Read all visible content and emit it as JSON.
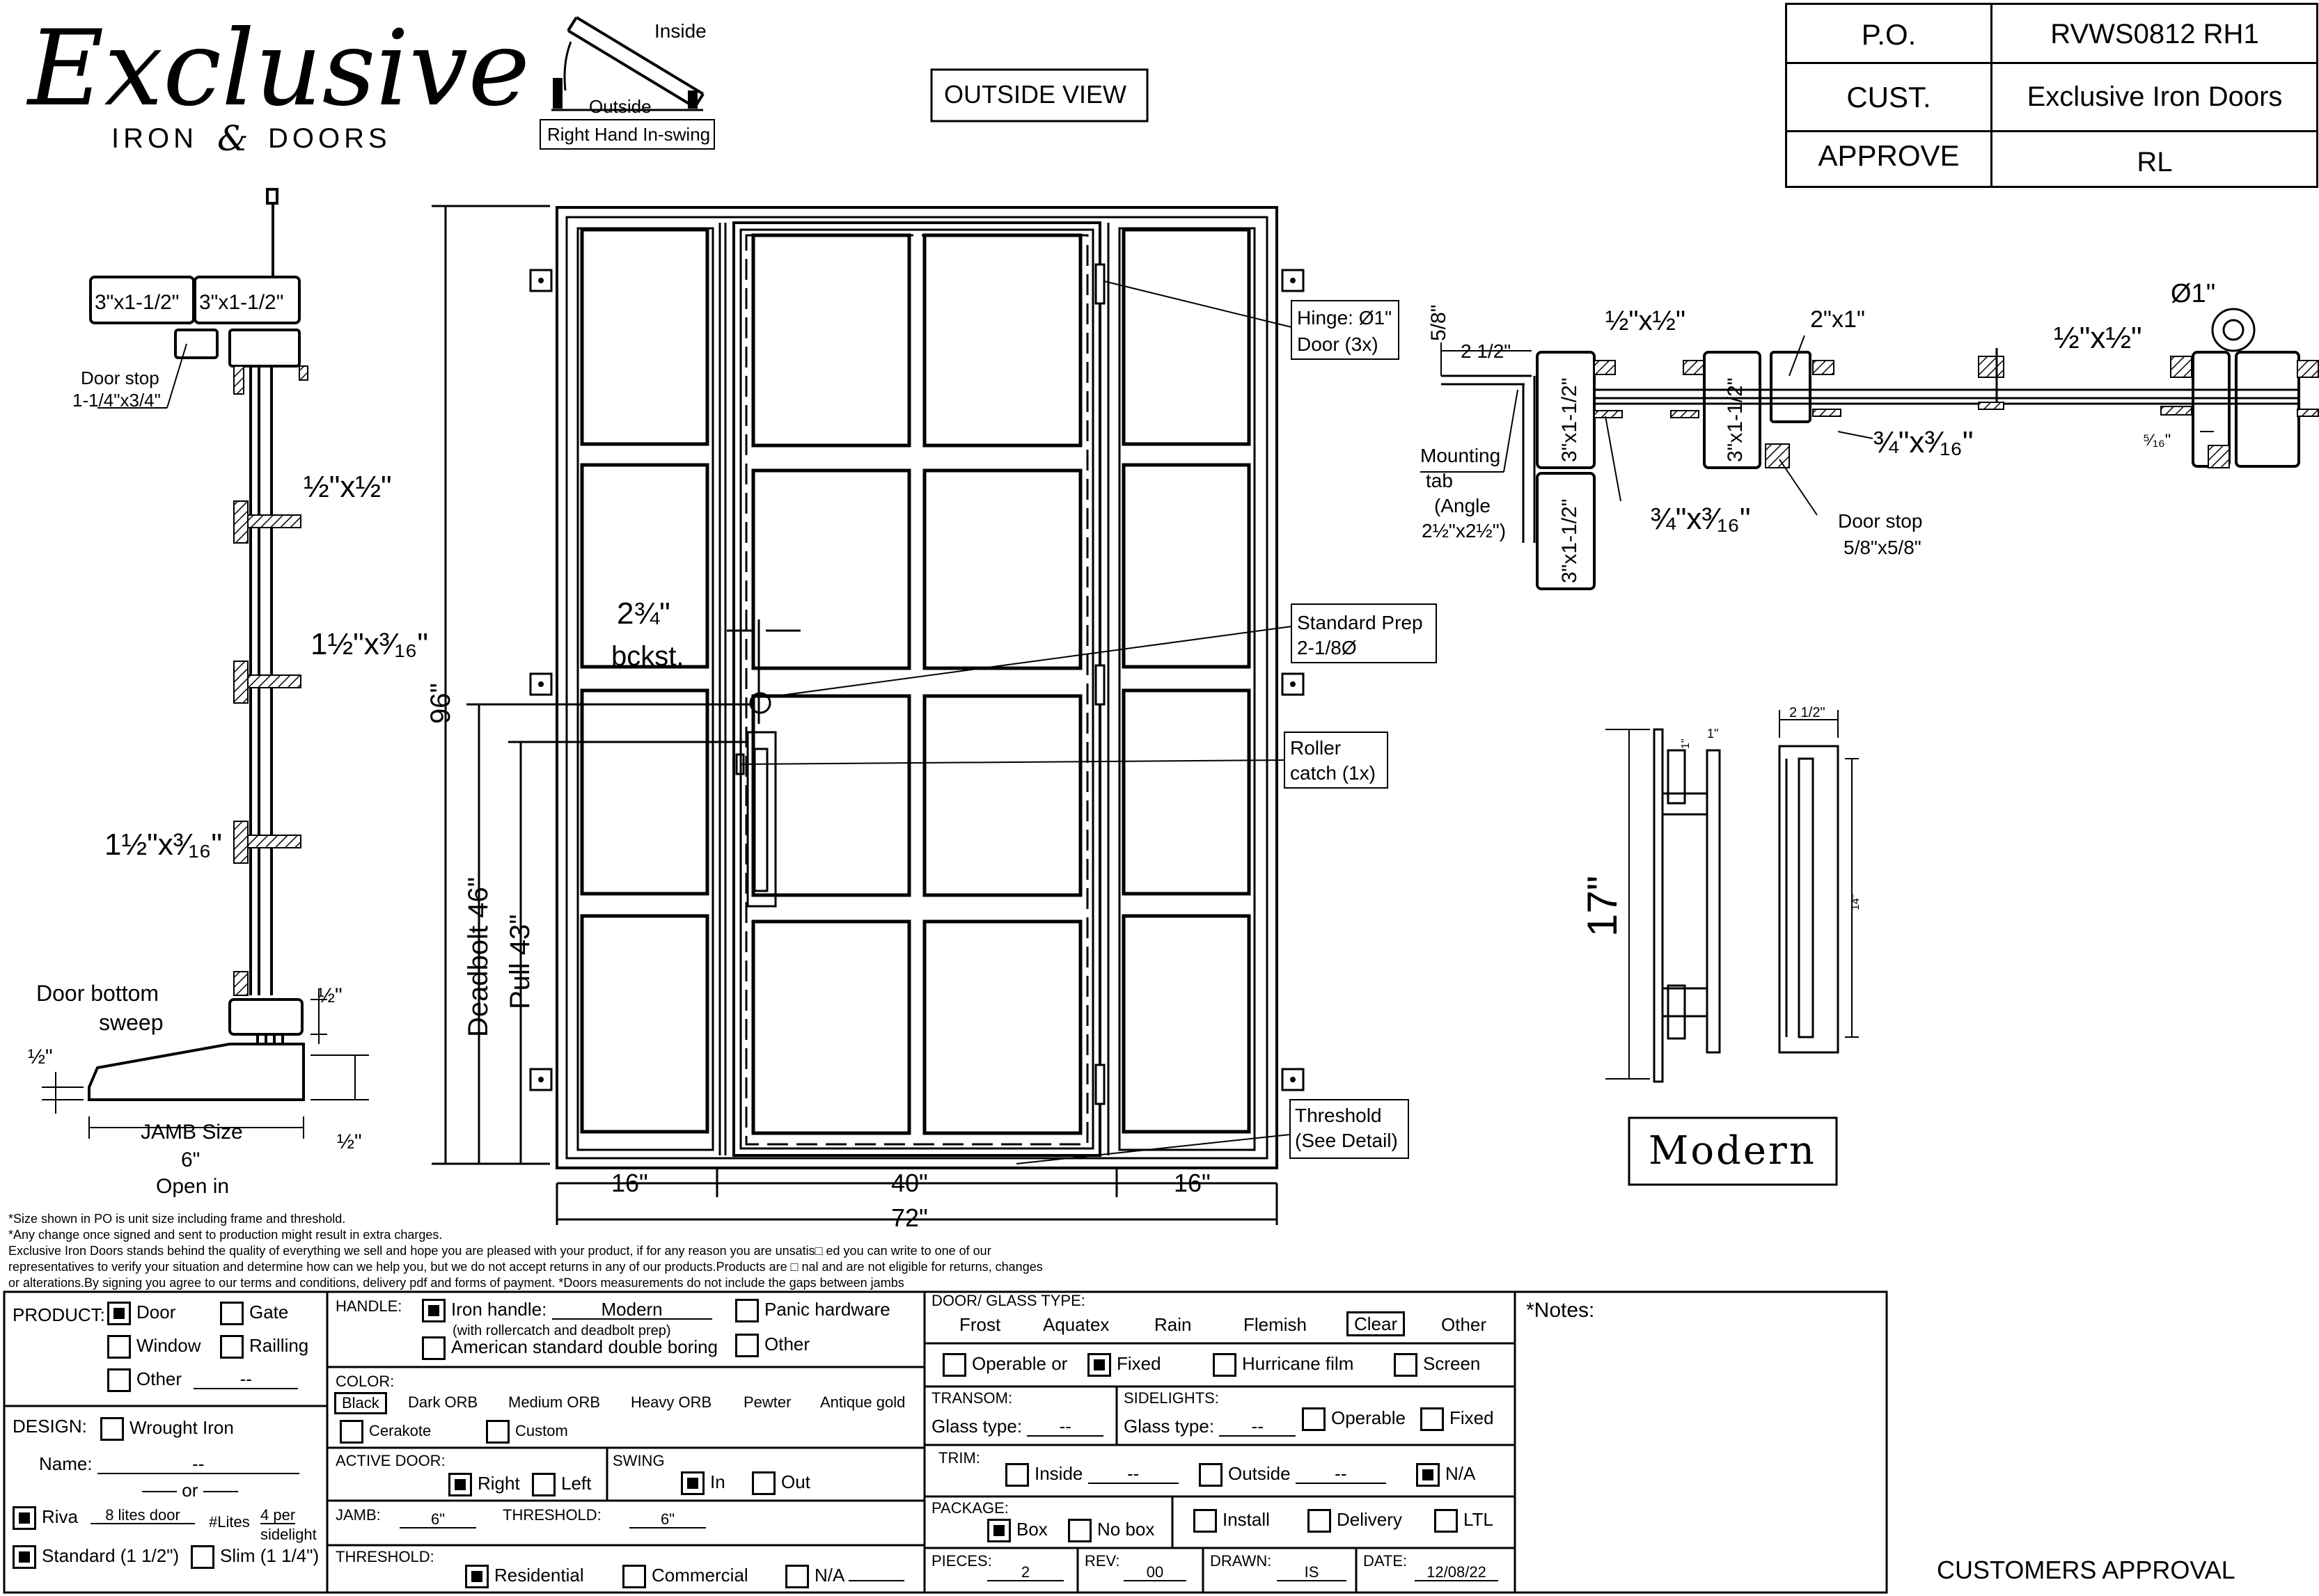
{
  "logo": {
    "script": "Exclusive",
    "line": "IRON",
    "amp": "&",
    "line2": "DOORS"
  },
  "swing_diagram": {
    "inside": "Inside",
    "outside": "Outside",
    "label": "Right Hand In-swing"
  },
  "view_label": "OUTSIDE VIEW",
  "po_table": {
    "rows": [
      {
        "label": "P.O.",
        "value": "RVWS0812 RH1"
      },
      {
        "label": "CUST.",
        "value": "Exclusive Iron Doors"
      },
      {
        "label": "APPROVE",
        "value": "RL"
      }
    ]
  },
  "elevation": {
    "height_label": "96\"",
    "deadbolt_label": "Deadbolt 46\"",
    "pull_label": "Pull 43\"",
    "backset_top": "2¾\"",
    "backset_bottom": "bckst.",
    "widths": {
      "left": "16\"",
      "center": "40\"",
      "right": "16\"",
      "total": "72\""
    },
    "callouts": {
      "hinge_1": "Hinge: Ø1\"",
      "hinge_2": "Door (3x)",
      "prep_1": "Standard Prep",
      "prep_2": "2-1/8Ø",
      "roller_1": "Roller",
      "roller_2": "catch (1x)",
      "threshold_1": "Threshold",
      "threshold_2": "(See Detail)"
    }
  },
  "section": {
    "tube_a": "3\"x1-1/2\"",
    "tube_b": "3\"x1-1/2\"",
    "door_stop_1": "Door stop",
    "door_stop_2": "1-1/4\"x3/4\"",
    "bar_half": "½\"x½\"",
    "flat_bar_1": "1½\"x³⁄₁₆\"",
    "flat_bar_2": "1½\"x³⁄₁₆\"",
    "sweep_1": "Door bottom",
    "sweep_2": "sweep",
    "half_1": "½\"",
    "half_2": "½\"",
    "half_3": "½\"",
    "jamb_size": "JAMB Size",
    "jamb_value": "6\"",
    "open_in": "Open in"
  },
  "plan": {
    "five_eighths": "5/8\"",
    "two_half": "2 1/2\"",
    "tube_v1": "3\"x1-1/2\"",
    "tube_v2": "3\"x1-1/2\"",
    "tube_v3": "3\"x1-1/2\"",
    "half_bar_1": "½\"x½\"",
    "half_bar_2": "½\"x½\"",
    "two_by_one": "2\"x1\"",
    "flat_1": "¾\"x³⁄₁₆\"",
    "flat_2": "¾\"x³⁄₁₆\"",
    "dia": "Ø1\"",
    "five_sixteenths": "⁵⁄₁₆\"",
    "mounting_1": "Mounting",
    "mounting_2": "tab",
    "mounting_3": "(Angle",
    "mounting_4": "2½\"x2½\")",
    "door_stop_1": "Door stop",
    "door_stop_2": "5/8\"x5/8\""
  },
  "handle": {
    "height": "17\"",
    "depth": "1\"",
    "width": "2 1/2\"",
    "inner": "14\"",
    "tiny": "1\"",
    "style": "Modern"
  },
  "notes_text": [
    "*Size shown in PO is unit size including frame and threshold.",
    "*Any change once signed and sent to production might result in extra charges.",
    "Exclusive Iron Doors stands behind the quality of everything we sell and hope you are pleased with your product, if for any reason you are unsatis□ ed you can write to one of our",
    "representatives to verify your situation and determine how can we help you, but we do not accept returns in any of our products.Products are □ nal and are not eligible for returns, changes",
    "or alterations.By signing you agree to our terms and conditions, delivery pdf and forms of payment. *Doors measurements do not include the gaps between jambs"
  ],
  "form": {
    "product": {
      "label": "PRODUCT:",
      "door": "Door",
      "gate": "Gate",
      "window": "Window",
      "railing": "Railling",
      "other": "Other",
      "other_value": "--"
    },
    "design": {
      "label": "DESIGN:",
      "wrought": "Wrought Iron",
      "name_label": "Name:",
      "name_value": "--",
      "or": "or",
      "riva": "Riva",
      "riva_value": "8 lites door",
      "lites_label": "#Lites",
      "lites_value": "4 per",
      "lites_value2": "sidelight",
      "standard": "Standard (1 1/2\")",
      "slim": "Slim (1 1/4\")"
    },
    "handle": {
      "label": "HANDLE:",
      "iron": "Iron handle:",
      "iron_value": "Modern",
      "iron_note": "(with rollercatch and deadbolt prep)",
      "panic": "Panic hardware",
      "american": "American standard double boring",
      "other": "Other"
    },
    "color": {
      "label": "COLOR:",
      "options": [
        "Black",
        "Dark ORB",
        "Medium ORB",
        "Heavy ORB",
        "Pewter",
        "Antique gold"
      ],
      "cerakote": "Cerakote",
      "custom": "Custom"
    },
    "active_door": {
      "label": "ACTIVE DOOR:",
      "right": "Right",
      "left": "Left"
    },
    "swing": {
      "label": "SWING",
      "in": "In",
      "out": "Out"
    },
    "jamb": {
      "label": "JAMB:",
      "value": "6\"",
      "threshold_label": "THRESHOLD:",
      "threshold_value": "6\""
    },
    "threshold": {
      "label": "THRESHOLD:",
      "residential": "Residential",
      "commercial": "Commercial",
      "na": "N/A"
    },
    "glass": {
      "label": "DOOR/ GLASS TYPE:",
      "options": [
        "Frost",
        "Aquatex",
        "Rain",
        "Flemish",
        "Clear",
        "Other"
      ],
      "operable": "Operable",
      "or": "or",
      "fixed": "Fixed",
      "hurricane": "Hurricane film",
      "screen": "Screen"
    },
    "transom": {
      "label": "TRANSOM:",
      "glass_label": "Glass type:",
      "glass_value": "--"
    },
    "sidelights": {
      "label": "SIDELIGHTS:",
      "glass_label": "Glass type:",
      "glass_value": "--",
      "operable": "Operable",
      "fixed": "Fixed"
    },
    "trim": {
      "label": "TRIM:",
      "inside": "Inside",
      "inside_value": "--",
      "outside": "Outside",
      "outside_value": "--",
      "na": "N/A"
    },
    "package": {
      "label": "PACKAGE:",
      "box": "Box",
      "nobox": "No box",
      "install": "Install",
      "delivery": "Delivery",
      "ltl": "LTL"
    },
    "pieces": {
      "label": "PIECES:",
      "value": "2"
    },
    "rev": {
      "label": "REV:",
      "value": "00"
    },
    "drawn": {
      "label": "DRAWN:",
      "value": "IS"
    },
    "date": {
      "label": "DATE:",
      "value": "12/08/22"
    },
    "notes_label": "*Notes:",
    "approval": "CUSTOMERS APPROVAL"
  }
}
